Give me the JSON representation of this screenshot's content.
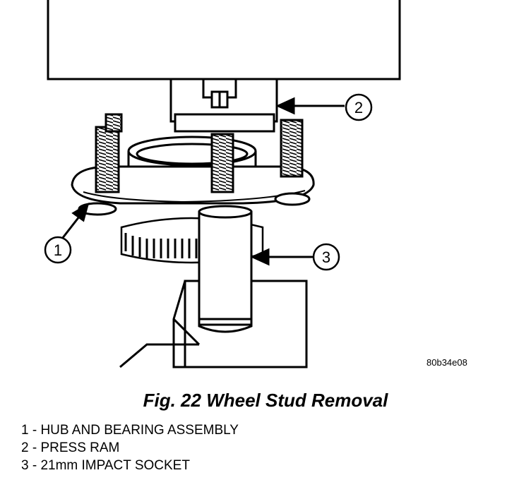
{
  "figure": {
    "code": "80b34e08",
    "caption": "Fig. 22 Wheel Stud Removal"
  },
  "callouts": [
    {
      "number": "1"
    },
    {
      "number": "2"
    },
    {
      "number": "3"
    }
  ],
  "legend": [
    "1 - HUB AND BEARING ASSEMBLY",
    "2 - PRESS RAM",
    "3 - 21mm IMPACT SOCKET"
  ]
}
